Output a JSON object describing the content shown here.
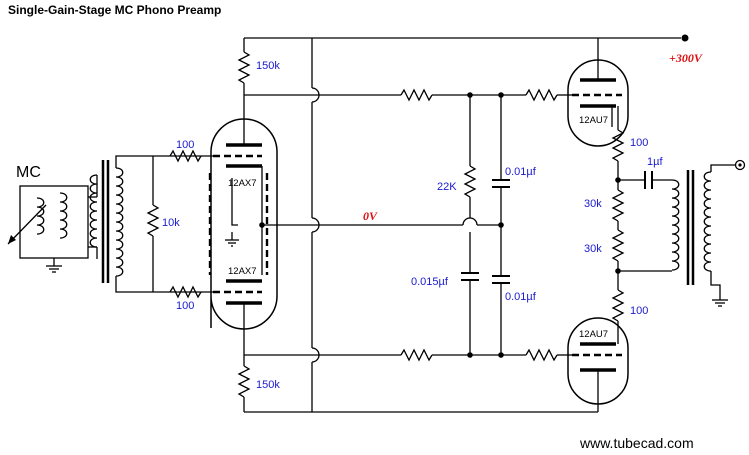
{
  "title": "Single-Gain-Stage MC Phono Preamp",
  "source_label": "MC",
  "supply_label": "+300V",
  "ground_rail_label": "0V",
  "watermark": "www.tubecad.com",
  "tubes": {
    "input_top": "12AX7",
    "input_bottom": "12AX7",
    "output_top": "12AU7",
    "output_bottom": "12AU7"
  },
  "components": {
    "r_load_top": "150k",
    "r_load_bottom": "150k",
    "r_grid_top": "100",
    "r_grid_bottom": "100",
    "r_input_shunt": "10k",
    "r_divider": "22K",
    "c_filter_top": "0.01µf",
    "c_divider_bottom": "0.015µf",
    "c_filter_bottom": "0.01µf",
    "r_out_top": "100",
    "r_out_mid_top": "30k",
    "r_out_mid_bottom": "30k",
    "r_out_bottom": "100",
    "c_coupling": "1µf"
  },
  "colors": {
    "wire": "#000000",
    "component_label": "#1a1ad0",
    "annotation": "#e01010",
    "background": "#ffffff"
  }
}
